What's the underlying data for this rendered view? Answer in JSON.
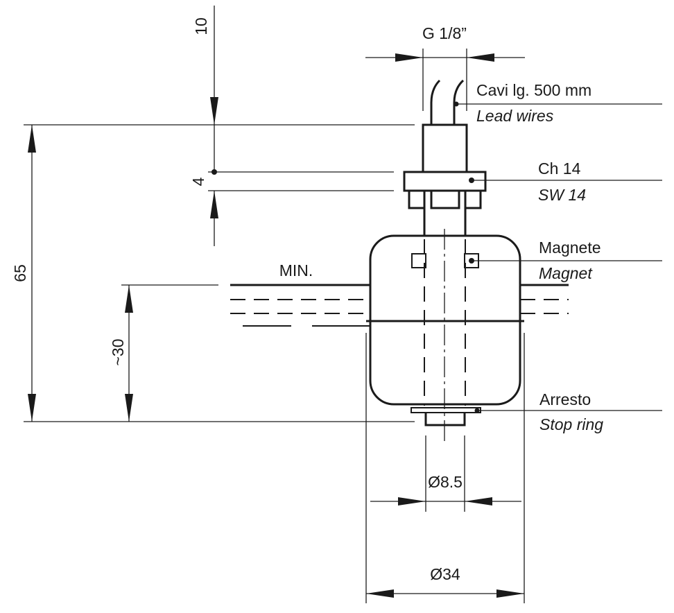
{
  "labels": {
    "thread": "G 1/8”",
    "wires_it": "Cavi lg. 500 mm",
    "wires_en": "Lead wires",
    "hex_it": "Ch 14",
    "hex_en": "SW 14",
    "magnet_it": "Magnete",
    "magnet_en": "Magnet",
    "stop_it": "Arresto",
    "stop_en": "Stop ring",
    "min_level": "MIN.",
    "dim_top": "10",
    "dim_nut": "4",
    "dim_total": "65",
    "dim_switch": "~30",
    "dim_stem": "Ø8.5",
    "dim_float": "Ø34"
  }
}
